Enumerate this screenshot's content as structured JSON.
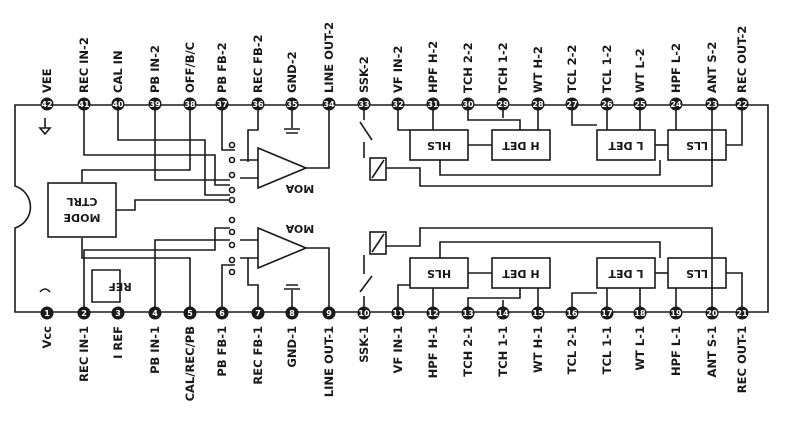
{
  "pins_top": [
    {
      "num": "42",
      "label": "VEE"
    },
    {
      "num": "41",
      "label": "REC IN-2"
    },
    {
      "num": "40",
      "label": "CAL IN"
    },
    {
      "num": "39",
      "label": "PB IN-2"
    },
    {
      "num": "38",
      "label": "OFF/B/C"
    },
    {
      "num": "37",
      "label": "PB FB-2"
    },
    {
      "num": "36",
      "label": "REC FB-2"
    },
    {
      "num": "35",
      "label": "GND-2"
    },
    {
      "num": "34",
      "label": "LINE OUT-2"
    },
    {
      "num": "33",
      "label": "SSK-2"
    },
    {
      "num": "32",
      "label": "VF IN-2"
    },
    {
      "num": "31",
      "label": "HPF H-2"
    },
    {
      "num": "30",
      "label": "TCH 2-2"
    },
    {
      "num": "29",
      "label": "TCH 1-2"
    },
    {
      "num": "28",
      "label": "WT H-2"
    },
    {
      "num": "27",
      "label": "TCL 2-2"
    },
    {
      "num": "26",
      "label": "TCL 1-2"
    },
    {
      "num": "25",
      "label": "WT L-2"
    },
    {
      "num": "24",
      "label": "HPF L-2"
    },
    {
      "num": "23",
      "label": "ANT S-2"
    },
    {
      "num": "22",
      "label": "REC OUT-2"
    }
  ],
  "pins_bottom": [
    {
      "num": "1",
      "label": "Vcc"
    },
    {
      "num": "2",
      "label": "REC IN-1"
    },
    {
      "num": "3",
      "label": "I REF"
    },
    {
      "num": "4",
      "label": "PB IN-1"
    },
    {
      "num": "5",
      "label": "CAL/REC/PB"
    },
    {
      "num": "6",
      "label": "PB FB-1"
    },
    {
      "num": "7",
      "label": "REC FB-1"
    },
    {
      "num": "8",
      "label": "GND-1"
    },
    {
      "num": "9",
      "label": "LINE OUT-1"
    },
    {
      "num": "10",
      "label": "SSK-1"
    },
    {
      "num": "11",
      "label": "VF IN-1"
    },
    {
      "num": "12",
      "label": "HPF H-1"
    },
    {
      "num": "13",
      "label": "TCH 2-1"
    },
    {
      "num": "14",
      "label": "TCH 1-1"
    },
    {
      "num": "15",
      "label": "WT H-1"
    },
    {
      "num": "16",
      "label": "TCL 2-1"
    },
    {
      "num": "17",
      "label": "TCL 1-1"
    },
    {
      "num": "18",
      "label": "WT L-1"
    },
    {
      "num": "19",
      "label": "HPF L-1"
    },
    {
      "num": "20",
      "label": "ANT S-1"
    },
    {
      "num": "21",
      "label": "REC OUT-1"
    }
  ],
  "blocks": {
    "mode_ctrl": [
      "MODE",
      "CTRL"
    ],
    "ref": "REF",
    "moa_top": "MOA",
    "moa_bottom": "MOA",
    "hls_top": "HLS",
    "hdet_top": "H DET",
    "ldet_top": "L DET",
    "lls_top": "LLS",
    "hls_bottom": "HLS",
    "hdet_bottom": "H DET",
    "ldet_bottom": "L DET",
    "lls_bottom": "LLS"
  }
}
